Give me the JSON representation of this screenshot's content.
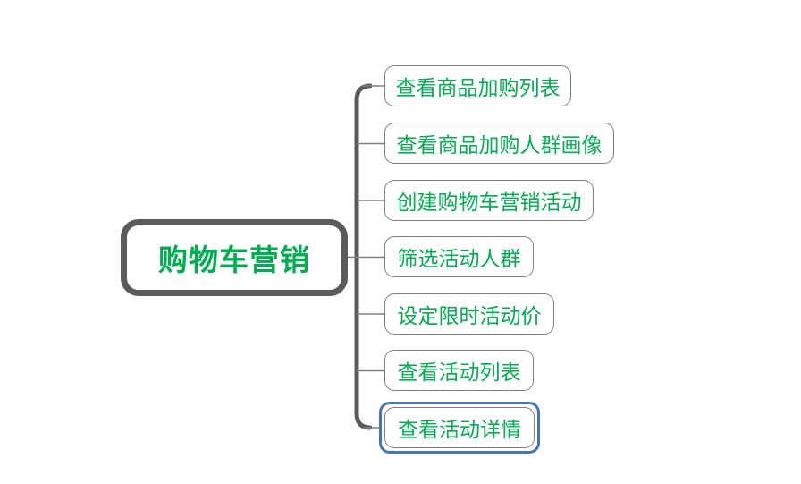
{
  "colors": {
    "background": "#ffffff",
    "topic_text_green": "#00B050",
    "root_border_gray": "#5b5b5b",
    "child_border_gray": "#808080",
    "connector_gray": "#808080",
    "selection_blue": "#4472C4"
  },
  "mindmap": {
    "root": {
      "label": "购物车营销"
    },
    "children": [
      {
        "label": "查看商品加购列表",
        "selected": false
      },
      {
        "label": "查看商品加购人群画像",
        "selected": false
      },
      {
        "label": "创建购物车营销活动",
        "selected": false
      },
      {
        "label": "筛选活动人群",
        "selected": false
      },
      {
        "label": "设定限时活动价",
        "selected": false
      },
      {
        "label": "查看活动列表",
        "selected": false
      },
      {
        "label": "查看活动详情",
        "selected": true
      }
    ]
  }
}
